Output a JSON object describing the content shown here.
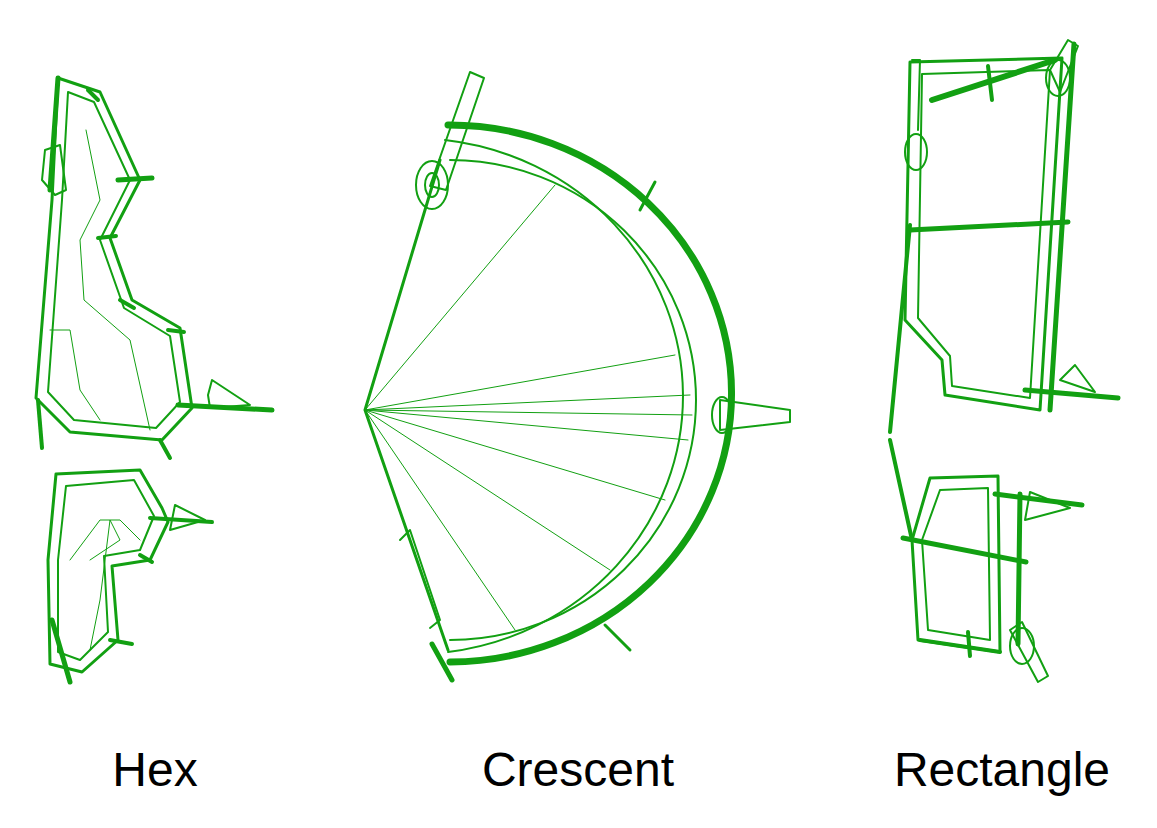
{
  "diagram": {
    "labels": [
      "Hex",
      "Crescent",
      "Rectangle"
    ]
  }
}
